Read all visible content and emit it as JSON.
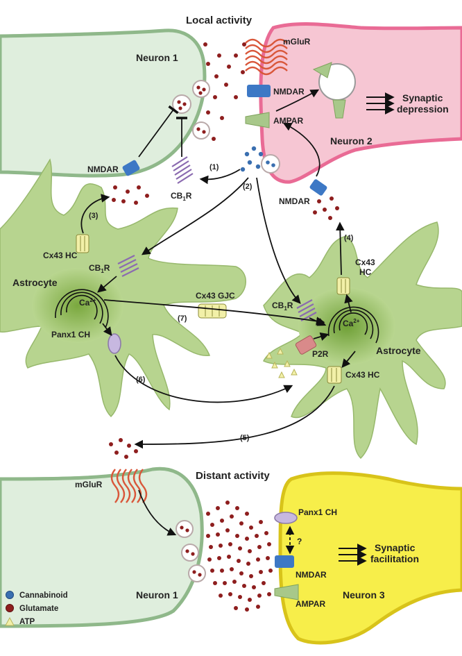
{
  "headings": {
    "local": "Local activity",
    "distant": "Distant activity"
  },
  "neurons": {
    "n1_top": "Neuron 1",
    "n2": "Neuron 2",
    "n1_bottom": "Neuron 1",
    "n3": "Neuron 3"
  },
  "astrocytes": {
    "left": "Astrocyte",
    "right": "Astrocyte"
  },
  "receptors": {
    "mglur_top": "mGluR",
    "nmdar_n2": "NMDAR",
    "ampar_n2": "AMPAR",
    "nmdar_n1": "NMDAR",
    "cb1r_n1_main": "CB",
    "cb1r_n1_sub": "1",
    "cb1r_n1_end": "R",
    "nmdar_n2_lower": "NMDAR",
    "cx43hc_left": "Cx43 HC",
    "cb1r_left_main": "CB",
    "cb1r_left_sub": "1",
    "cb1r_left_end": "R",
    "ca_left_main": "Ca",
    "ca_left_sup": "2+",
    "panx1_left": "Panx1 CH",
    "cx43gjc": "Cx43 GJC",
    "cx43_right_line1": "Cx43",
    "cx43_right_line2": "HC",
    "cb1r_right_main": "CB",
    "cb1r_right_sub": "1",
    "cb1r_right_end": "R",
    "ca_right_main": "Ca",
    "ca_right_sup": "2+",
    "p2r": "P2R",
    "cx43hc_right": "Cx43 HC",
    "mglur_bottom": "mGluR",
    "panx1_bottom": "Panx1 CH",
    "question": "?",
    "nmdar_n3": "NMDAR",
    "ampar_n3": "AMPAR"
  },
  "effects": {
    "depression_l1": "Synaptic",
    "depression_l2": "depression",
    "facilitation_l1": "Synaptic",
    "facilitation_l2": "facilitation"
  },
  "steps": {
    "s1": "(1)",
    "s2": "(2)",
    "s3": "(3)",
    "s4": "(4)",
    "s5": "(5)",
    "s6": "(6)",
    "s7": "(7)"
  },
  "legend": [
    {
      "label": "Cannabinoid",
      "color": "#3a6fb0",
      "icon": "blue-circle"
    },
    {
      "label": "Glutamate",
      "color": "#8e1e1e",
      "icon": "red-circle"
    },
    {
      "label": "ATP",
      "color": "#f2f0a8",
      "icon": "yellow-triangle"
    }
  ],
  "colors": {
    "neuron1": "#dfeedd",
    "neuron2": "#f6c6d3",
    "neuron3": "#f7ee4a",
    "astrocyte": "#b7d48f",
    "nmdar": "#3d78c5",
    "mglur": "#d9573a"
  }
}
